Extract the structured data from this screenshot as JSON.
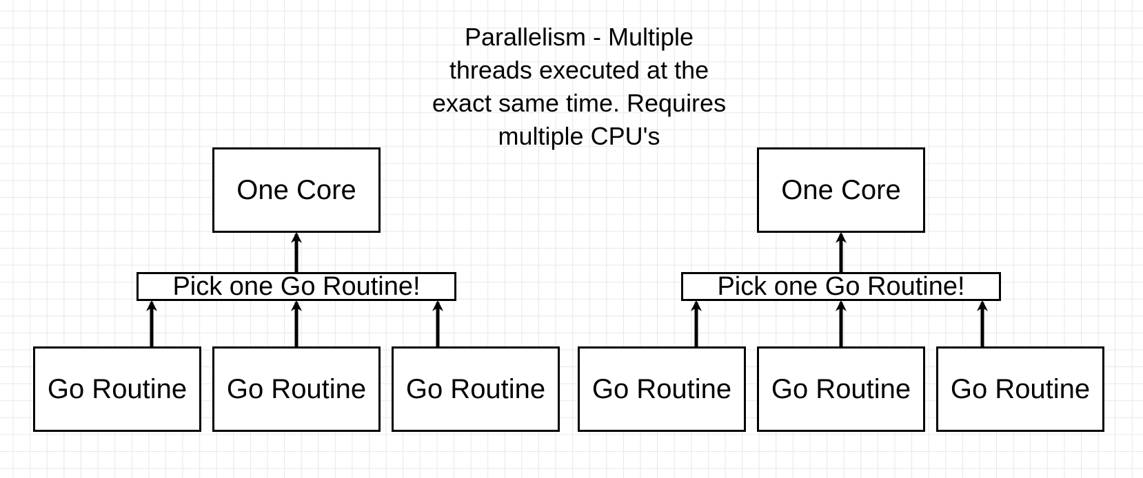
{
  "title": {
    "lines": [
      "Parallelism - Multiple",
      "threads executed at the",
      "exact same time.  Requires",
      "multiple CPU's"
    ]
  },
  "groups": [
    {
      "core_label": "One Core",
      "picker_label": "Pick one Go Routine!",
      "routines": [
        "Go Routine",
        "Go Routine",
        "Go Routine"
      ]
    },
    {
      "core_label": "One Core",
      "picker_label": "Pick one Go Routine!",
      "routines": [
        "Go Routine",
        "Go Routine",
        "Go Routine"
      ]
    }
  ]
}
